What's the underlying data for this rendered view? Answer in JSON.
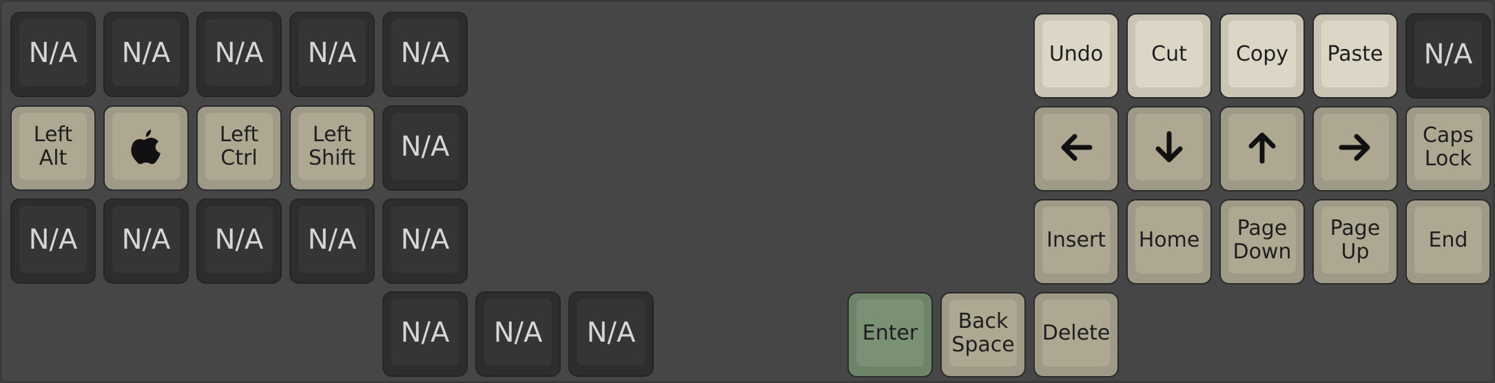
{
  "keyboard": {
    "left": {
      "r1": [
        "N/A",
        "N/A",
        "N/A",
        "N/A",
        "N/A"
      ],
      "r2": [
        "Left Alt",
        "",
        "Left\nCtrl",
        "Left\nShift",
        "N/A"
      ],
      "r3": [
        "N/A",
        "N/A",
        "N/A",
        "N/A",
        "N/A"
      ],
      "thumb": [
        "N/A",
        "N/A",
        "N/A"
      ]
    },
    "right": {
      "r1": [
        "Undo",
        "Cut",
        "Copy",
        "Paste",
        "N/A"
      ],
      "r2": [
        "",
        "",
        "",
        "",
        "Caps\nLock"
      ],
      "r3": [
        "Insert",
        "Home",
        "Page\nDown",
        "Page\nUp",
        "End"
      ],
      "thumb": [
        "Enter",
        "Back\nSpace",
        "Delete"
      ]
    },
    "icons": {
      "apple": "apple-icon",
      "left": "arrow-left-icon",
      "down": "arrow-down-icon",
      "up": "arrow-up-icon",
      "right": "arrow-right-icon"
    },
    "colors": {
      "background": "#464646",
      "na_key": "#2d2d2d",
      "mod_key": "#aea893",
      "light_key": "#dcd6c6",
      "enter_key": "#7a9175"
    }
  }
}
